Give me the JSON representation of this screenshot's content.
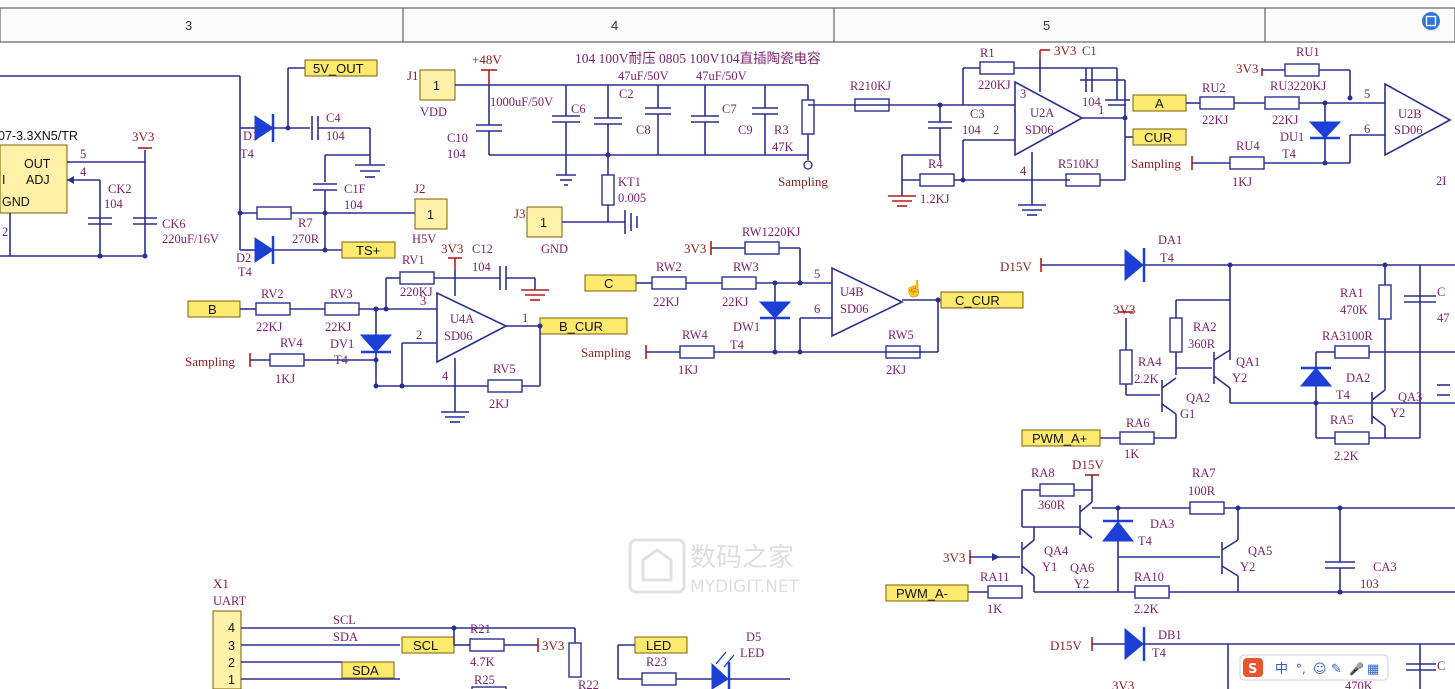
{
  "header": {
    "zones": [
      "3",
      "4",
      "5"
    ]
  },
  "note": "104 100V耐压 0805  100V104直插陶瓷电容",
  "watermark": {
    "cn": "数码之家",
    "en": "MYDIGIT.NET"
  },
  "ime": {
    "items": [
      "中",
      "°,",
      "☺",
      "✎",
      "🎤",
      "▦"
    ]
  },
  "ports": {
    "v5out": "5V_OUT",
    "ts": "TS+",
    "b": "B",
    "bcur": "B_CUR",
    "c": "C",
    "ccur": "C_CUR",
    "a": "A",
    "cur": "CUR",
    "pwma_p": "PWM_A+",
    "pwma_m": "PWM_A-",
    "scl": "SCL",
    "sda": "SDA",
    "led": "LED"
  },
  "labels": {
    "ldo_part": "07-3.3XN5/TR",
    "out": "OUT",
    "adj": "ADJ",
    "gnd_pin": "GND",
    "pin_i": "I",
    "pin5": "5",
    "pin4": "4",
    "pin2": "2",
    "v3v3": "3V3",
    "ck2": "CK2",
    "ck2v": "104",
    "ck6": "CK6",
    "ck6v": "220uF/16V",
    "d1": "D1",
    "d1t": "T4",
    "d2": "D2",
    "d2t": "T4",
    "c4": "C4",
    "c4v": "104",
    "c1f": "C1F",
    "c1fv": "104",
    "r7": "R7",
    "r7v": "270R",
    "j2": "J2",
    "h5v": "H5V",
    "j2p": "1",
    "j1": "J1",
    "j1p": "1",
    "vdd": "VDD",
    "v48": "+48V",
    "c10": "C10",
    "c10v": "104",
    "c1000": "1000uF/50V",
    "c6": "C6",
    "c2": "C2",
    "c2v": "47uF/50V",
    "c7v": "47uF/50V",
    "c8": "C8",
    "c7": "C7",
    "c9": "C9",
    "r3": "R3",
    "r3v": "47K",
    "sampling1": "Sampling",
    "kt1": "KT1",
    "kt1v": "0.005",
    "j3": "J3",
    "j3p": "1",
    "gndlbl": "GND",
    "r2": "R210KJ",
    "r1": "R1",
    "r1v": "220KJ",
    "v3v3b": "3V3",
    "c1": "C1",
    "c1v": "104",
    "c3": "C3",
    "c3v": "104",
    "u2a": "U2A",
    "sd06a": "SD06",
    "r4": "R4",
    "r4v": "1.2KJ",
    "r5": "R510KJ",
    "p3": "3",
    "p2": "2",
    "p1": "1",
    "p4": "4",
    "v3v3c": "3V3",
    "ru1": "RU1",
    "ru2": "RU2",
    "ru2v": "22KJ",
    "ru3": "RU3220KJ",
    "ru3b": "22KJ",
    "du1": "DU1",
    "du1t": "T4",
    "ru4": "RU4",
    "ru4v": "1KJ",
    "sampling2": "Sampling",
    "u2b": "U2B",
    "sd06b": "SD06",
    "p5": "5",
    "p6": "6",
    "p2r": "2I",
    "rv1": "RV1",
    "rv1v": "220KJ",
    "v3v3d": "3V3",
    "c12": "C12",
    "c12v": "104",
    "rv2": "RV2",
    "rv2v": "22KJ",
    "rv3": "RV3",
    "rv3v": "22KJ",
    "dv1": "DV1",
    "dv1t": "T4",
    "rv4": "RV4",
    "rv4v": "1KJ",
    "sampling3": "Sampling",
    "u4a": "U4A",
    "sd06c": "SD06",
    "rv5": "RV5",
    "rv5v": "2KJ",
    "pa3": "3",
    "pa2": "2",
    "pa1": "1",
    "pa4": "4",
    "rw1": "RW1220KJ",
    "v3v3e": "3V3",
    "rw2": "RW2",
    "rw2v": "22KJ",
    "rw3": "RW3",
    "rw3v": "22KJ",
    "dw1": "DW1",
    "dw1t": "T4",
    "rw4": "RW4",
    "rw4v": "1KJ",
    "sampling4": "Sampling",
    "u4b": "U4B",
    "sd06d": "SD06",
    "rw5": "RW5",
    "rw5v": "2KJ",
    "pb5": "5",
    "pb6": "6",
    "d15v": "D15V",
    "da1": "DA1",
    "da1t": "T4",
    "ra1": "RA1",
    "ra1v": "470K",
    "v3v3f": "3V3",
    "ra2": "RA2",
    "ra2v": "360R",
    "ra3": "RA3100R",
    "ra4": "RA4",
    "ra4v": "2.2K",
    "qa1": "QA1",
    "qa1t": "Y2",
    "qa2": "QA2",
    "qa2t": "G1",
    "da2": "DA2",
    "da2t": "T4",
    "qa3": "QA3",
    "qa3t": "Y2",
    "ra6": "RA6",
    "ra6v": "1K",
    "ra5": "RA5",
    "ra5v": "2.2K",
    "cr1": "C",
    "cr2": "47",
    "ra8": "RA8",
    "ra8v": "360R",
    "d15v2": "D15V",
    "ra7": "RA7",
    "ra7v": "100R",
    "da3": "DA3",
    "da3t": "T4",
    "v3v3g": "3V3",
    "qa4": "QA4",
    "qa4t": "Y1",
    "qa6": "QA6",
    "qa6t": "Y2",
    "qa5": "QA5",
    "qa5t": "Y2",
    "ca3": "CA3",
    "ca3v": "103",
    "ra11": "RA11",
    "ra11v": "1K",
    "ra10": "RA10",
    "ra10v": "2.2K",
    "d15v3": "D15V",
    "db1": "DB1",
    "db1t": "T4",
    "cr3": "C",
    "x1": "X1",
    "uart": "UART",
    "scl": "SCL",
    "sda": "SDA",
    "x4": "4",
    "x3": "3",
    "x2": "2",
    "x1p": "1",
    "r21": "R21",
    "r21v": "4.7K",
    "v3v3h": "3V3",
    "r25": "R25",
    "r23": "R23",
    "d5": "D5",
    "d5l": "LED",
    "r22": "R22",
    "v3v3i": "3V3",
    "r470": "470K"
  }
}
